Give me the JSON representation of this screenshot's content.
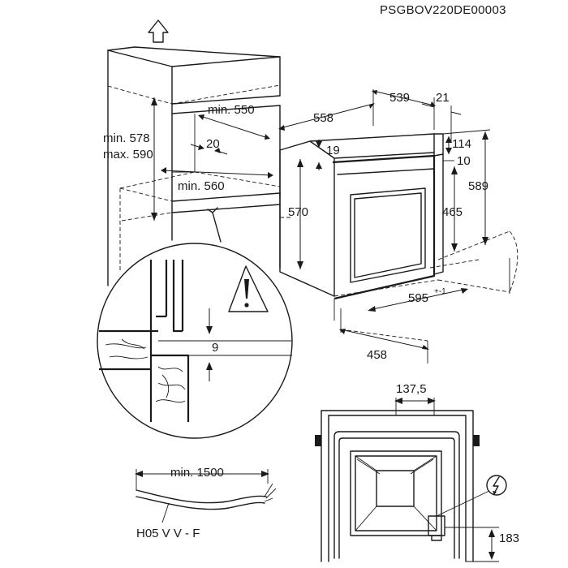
{
  "drawing_code": "PSGBOV220DE00003",
  "niche": {
    "height_min": "min. 578",
    "height_max": "max. 590",
    "top_depth": "min. 550",
    "rear_gap": "20",
    "bottom_depth": "min. 560"
  },
  "detail": {
    "gap": "9"
  },
  "oven": {
    "depth_total": "558",
    "depth_body": "539",
    "front_thickness": "21",
    "top_offset": "19",
    "front_height": "570",
    "panel_top": "114",
    "panel_gap": "10",
    "door_height": "465",
    "total_height": "589",
    "width_main": "595",
    "width_tolerance": "+-1",
    "width_body": "458"
  },
  "cable": {
    "length": "min. 1500",
    "type": "H05 V V - F"
  },
  "rear_view": {
    "socket_offset": "137,5",
    "socket_height": "183"
  },
  "icons": [
    "arrow-up-icon",
    "warning-triangle-icon",
    "electric-socket-icon"
  ]
}
